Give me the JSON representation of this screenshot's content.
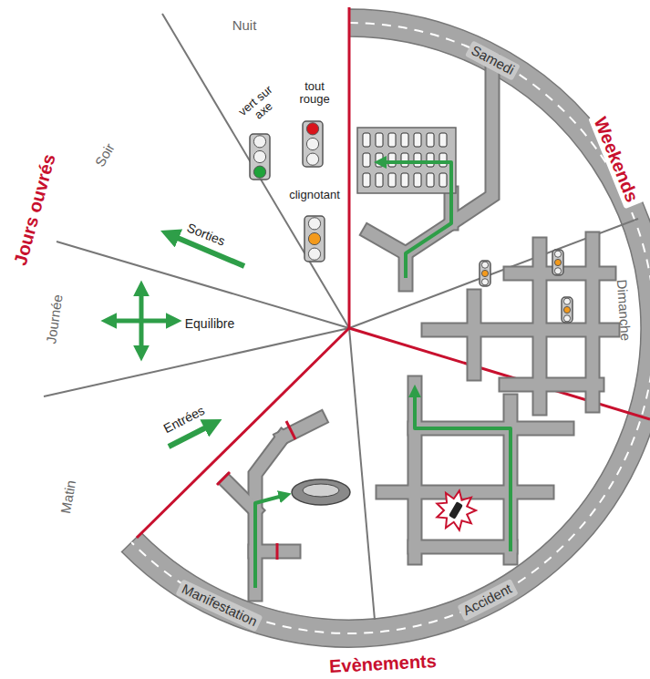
{
  "diagram": {
    "labels": [
      "Nuit",
      "vert sur axe",
      "tout rouge",
      "clignotant",
      "Soir",
      "Sorties",
      "Jours ouvrés",
      "Journée",
      "Equilibre",
      "Matin",
      "Entrées",
      "Samedi",
      "Weekends",
      "Dimanche",
      "Accident",
      "Manifestation",
      "Evènements"
    ]
  }
}
